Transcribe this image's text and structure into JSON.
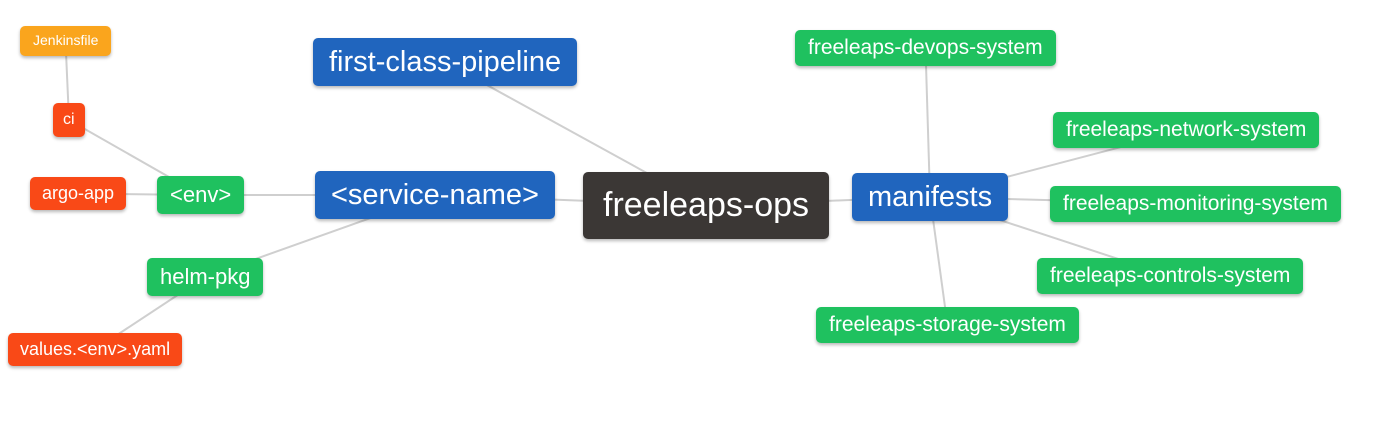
{
  "nodes": {
    "jenkinsfile": {
      "label": "Jenkinsfile",
      "color": "orange"
    },
    "ci": {
      "label": "ci",
      "color": "red"
    },
    "argo-app": {
      "label": "argo-app",
      "color": "red"
    },
    "env": {
      "label": "<env>",
      "color": "green"
    },
    "helm-pkg": {
      "label": "helm-pkg",
      "color": "green"
    },
    "values-env-yaml": {
      "label": "values.<env>.yaml",
      "color": "red"
    },
    "first-class-pipeline": {
      "label": "first-class-pipeline",
      "color": "blue"
    },
    "service-name": {
      "label": "<service-name>",
      "color": "blue"
    },
    "freeleaps-ops": {
      "label": "freeleaps-ops",
      "color": "dark"
    },
    "manifests": {
      "label": "manifests",
      "color": "blue"
    },
    "devops-system": {
      "label": "freeleaps-devops-system",
      "color": "green"
    },
    "network-system": {
      "label": "freeleaps-network-system",
      "color": "green"
    },
    "monitoring-system": {
      "label": "freeleaps-monitoring-system",
      "color": "green"
    },
    "controls-system": {
      "label": "freeleaps-controls-system",
      "color": "green"
    },
    "storage-system": {
      "label": "freeleaps-storage-system",
      "color": "green"
    }
  },
  "edges": [
    [
      "jenkinsfile",
      "ci"
    ],
    [
      "ci",
      "env"
    ],
    [
      "argo-app",
      "env"
    ],
    [
      "env",
      "service-name"
    ],
    [
      "helm-pkg",
      "service-name"
    ],
    [
      "values-env-yaml",
      "helm-pkg"
    ],
    [
      "first-class-pipeline",
      "freeleaps-ops"
    ],
    [
      "service-name",
      "freeleaps-ops"
    ],
    [
      "freeleaps-ops",
      "manifests"
    ],
    [
      "manifests",
      "devops-system"
    ],
    [
      "manifests",
      "network-system"
    ],
    [
      "manifests",
      "monitoring-system"
    ],
    [
      "manifests",
      "controls-system"
    ],
    [
      "manifests",
      "storage-system"
    ]
  ],
  "palette": {
    "blue": "#2065BE",
    "green": "#1FC15F",
    "red": "#F94917",
    "orange": "#FAA51D",
    "dark": "#3B3735",
    "edge": "#CFCFCF",
    "background": "#FFFFFF",
    "text": "#FFFFFF"
  }
}
